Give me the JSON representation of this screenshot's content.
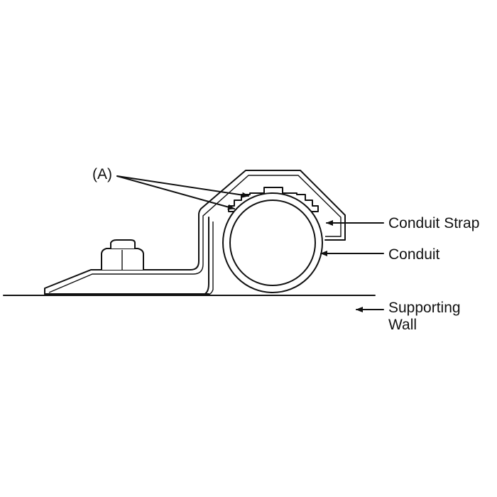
{
  "diagram": {
    "labels": {
      "a": "(A)",
      "conduit_strap": "Conduit Strap",
      "conduit": "Conduit",
      "supporting_wall_line1": "Supporting",
      "supporting_wall_line2": "Wall"
    },
    "colors": {
      "ink": "#111111",
      "background": "#ffffff"
    }
  }
}
